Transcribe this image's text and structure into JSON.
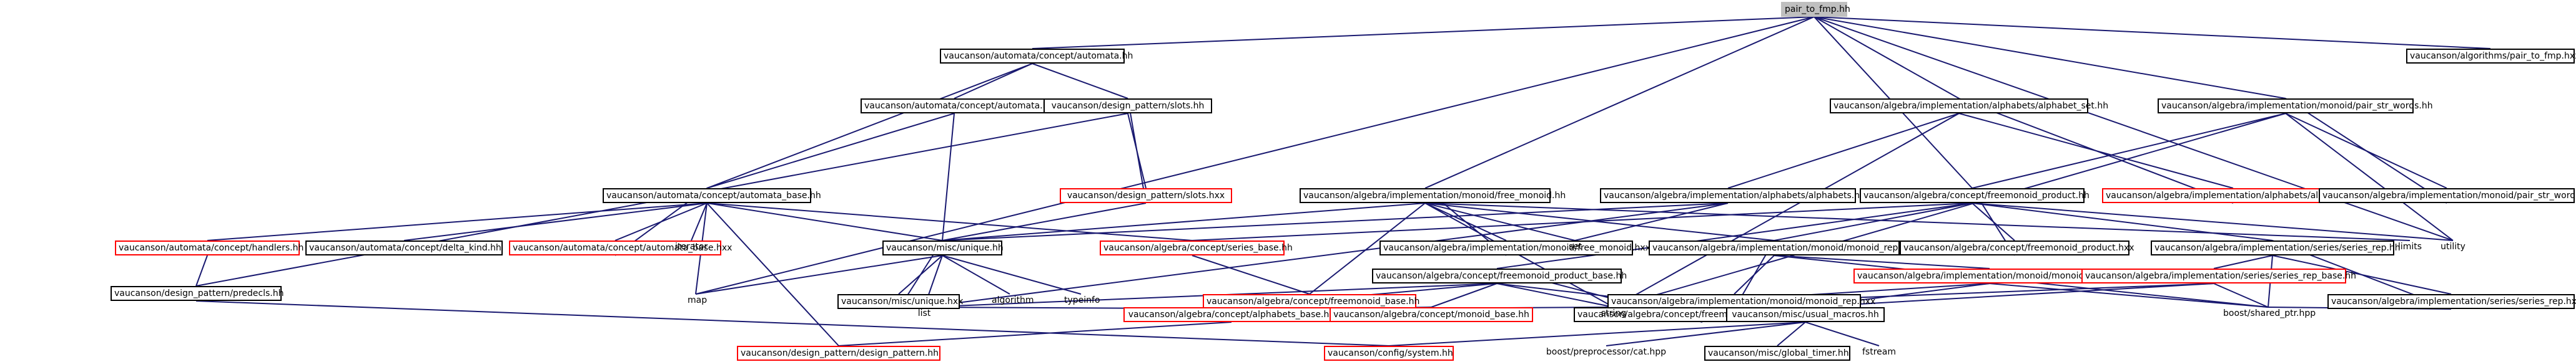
{
  "graph": {
    "root": "pair_to_fmp.hh",
    "nodes": {
      "root": {
        "label": "pair_to_fmp.hh",
        "style": "gray"
      },
      "automata_hh": {
        "label": "vaucanson/automata/concept/automata.hh",
        "style": "black"
      },
      "pair_to_fmp_hxx": {
        "label": "vaucanson/algorithms/pair_to_fmp.hxx",
        "style": "black"
      },
      "automata_hxx": {
        "label": "vaucanson/automata/concept/automata.hxx",
        "style": "black"
      },
      "slots_hh": {
        "label": "vaucanson/design_pattern/slots.hh",
        "style": "black"
      },
      "alphabet_set_hh": {
        "label": "vaucanson/algebra/implementation/alphabets/alphabet_set.hh",
        "style": "black"
      },
      "pair_str_words_hh": {
        "label": "vaucanson/algebra/implementation/monoid/pair_str_words.hh",
        "style": "black"
      },
      "automata_base_hh": {
        "label": "vaucanson/automata/concept/automata_base.hh",
        "style": "black"
      },
      "slots_hxx": {
        "label": "vaucanson/design_pattern/slots.hxx",
        "style": "red"
      },
      "free_monoid_hh": {
        "label": "vaucanson/algebra/implementation/monoid/free_monoid.hh",
        "style": "black"
      },
      "alphabets_hh": {
        "label": "vaucanson/algebra/implementation/alphabets/alphabets.hh",
        "style": "black"
      },
      "freemonoid_product_hh": {
        "label": "vaucanson/algebra/concept/freemonoid_product.hh",
        "style": "black"
      },
      "alphabet_set_hxx": {
        "label": "vaucanson/algebra/implementation/alphabets/alphabet_set.hxx",
        "style": "red"
      },
      "pair_str_words_hxx": {
        "label": "vaucanson/algebra/implementation/monoid/pair_str_words.hxx",
        "style": "black"
      },
      "handlers_hh": {
        "label": "vaucanson/automata/concept/handlers.hh",
        "style": "red"
      },
      "delta_kind_hh": {
        "label": "vaucanson/automata/concept/delta_kind.hh",
        "style": "black"
      },
      "automata_base_hxx": {
        "label": "vaucanson/automata/concept/automata_base.hxx",
        "style": "red"
      },
      "iterator": {
        "label": "iterator",
        "style": "plain"
      },
      "unique_hh": {
        "label": "vaucanson/misc/unique.hh",
        "style": "black"
      },
      "series_base_hh": {
        "label": "vaucanson/algebra/concept/series_base.hh",
        "style": "red"
      },
      "free_monoid_hxx": {
        "label": "vaucanson/algebra/implementation/monoid/free_monoid.hxx",
        "style": "black"
      },
      "set": {
        "label": "set",
        "style": "plain"
      },
      "monoid_rep_hh": {
        "label": "vaucanson/algebra/implementation/monoid/monoid_rep.hh",
        "style": "black"
      },
      "freemonoid_product_hxx": {
        "label": "vaucanson/algebra/concept/freemonoid_product.hxx",
        "style": "black"
      },
      "series_rep_hh": {
        "label": "vaucanson/algebra/implementation/series/series_rep.hh",
        "style": "black"
      },
      "limits": {
        "label": "limits",
        "style": "plain"
      },
      "utility": {
        "label": "utility",
        "style": "plain"
      },
      "predecls_hh": {
        "label": "vaucanson/design_pattern/predecls.hh",
        "style": "black"
      },
      "map": {
        "label": "map",
        "style": "plain"
      },
      "unique_hxx": {
        "label": "vaucanson/misc/unique.hxx",
        "style": "black"
      },
      "algorithm": {
        "label": "algorithm",
        "style": "plain"
      },
      "typeinfo": {
        "label": "typeinfo",
        "style": "plain"
      },
      "freemonoid_base_hh": {
        "label": "vaucanson/algebra/concept/freemonoid_base.hh",
        "style": "red"
      },
      "freemonoid_product_base_hh": {
        "label": "vaucanson/algebra/concept/freemonoid_product_base.hh",
        "style": "black"
      },
      "monoid_rep_hxx": {
        "label": "vaucanson/algebra/implementation/monoid/monoid_rep.hxx",
        "style": "black"
      },
      "monoid_rep_base_hh": {
        "label": "vaucanson/algebra/implementation/monoid/monoid_rep_base.hh",
        "style": "red"
      },
      "series_rep_base_hh": {
        "label": "vaucanson/algebra/implementation/series/series_rep_base.hh",
        "style": "red"
      },
      "series_rep_hxx": {
        "label": "vaucanson/algebra/implementation/series/series_rep.hxx",
        "style": "black"
      },
      "list": {
        "label": "list",
        "style": "plain"
      },
      "alphabets_base_hh": {
        "label": "vaucanson/algebra/concept/alphabets_base.hh",
        "style": "red"
      },
      "monoid_base_hh": {
        "label": "vaucanson/algebra/concept/monoid_base.hh",
        "style": "red"
      },
      "freemonoid_product_base_hxx": {
        "label": "vaucanson/algebra/concept/freemonoid_product_base.hxx",
        "style": "black"
      },
      "string": {
        "label": "string",
        "style": "plain"
      },
      "usual_macros_hh": {
        "label": "vaucanson/misc/usual_macros.hh",
        "style": "black"
      },
      "shared_ptr_hpp": {
        "label": "boost/shared_ptr.hpp",
        "style": "plain"
      },
      "design_pattern_hh": {
        "label": "vaucanson/design_pattern/design_pattern.hh",
        "style": "red"
      },
      "system_hh": {
        "label": "vaucanson/config/system.hh",
        "style": "red"
      },
      "cat_hpp": {
        "label": "boost/preprocessor/cat.hpp",
        "style": "plain"
      },
      "global_timer_hh": {
        "label": "vaucanson/misc/global_timer.hh",
        "style": "black"
      },
      "fstream": {
        "label": "fstream",
        "style": "plain"
      }
    }
  }
}
